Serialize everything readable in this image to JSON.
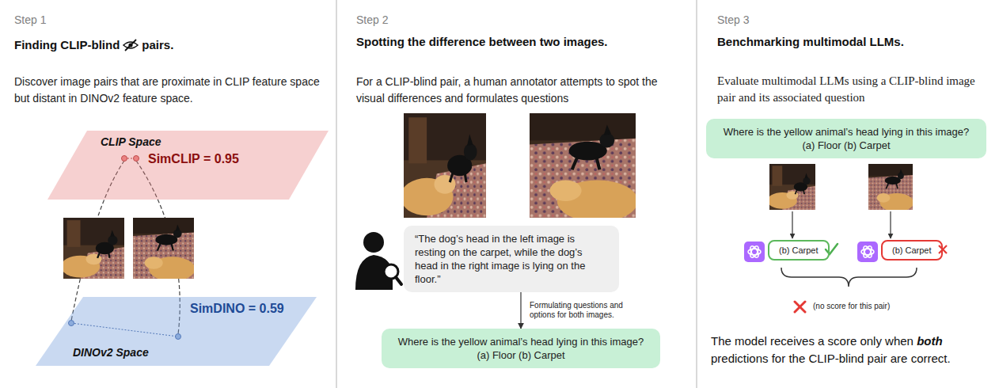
{
  "diagram": {
    "nodes": [
      {
        "text": [
          "CLIP Space",
          "SimCLIP = 0.95"
        ]
      },
      {
        "text": [
          "DINOv2 Space",
          "SimDINO = 0.59"
        ]
      },
      {
        "text": [
          "“The dog’s head in the left image is resting on the carpet, while the dog’s head in the right image is lying on the floor.”"
        ]
      },
      {
        "text": [
          "Where is the yellow animal’s head lying in this image?",
          "(a) Floor (b) Carpet"
        ]
      },
      {
        "text": [
          "Where is the yellow animal’s head lying in this image?",
          "(a) Floor (b) Carpet"
        ]
      },
      {
        "text": [
          "(b) Carpet"
        ]
      },
      {
        "text": [
          "(b) Carpet"
        ]
      }
    ],
    "edges": [
      {
        "from": 2,
        "to": 3,
        "arrow": "to",
        "label": "Formulating questions and options for both images."
      }
    ],
    "labels": [
      "Step 1",
      "Finding CLIP-blind",
      "pairs.",
      "Discover image pairs that are proximate in CLIP feature space but distant in DINOv2 feature space.",
      "Step 2",
      "Spotting the difference between two images.",
      "For a CLIP-blind pair, a human annotator attempts to spot the visual differences and formulates questions",
      "Step 3",
      "Benchmarking multimodal LLMs.",
      "Evaluate multimodal LLMs using a CLIP-blind image pair and its associated question",
      "(no score for this pair)",
      "The model receives a score only when",
      "both",
      "predictions for the CLIP-blind pair are correct."
    ]
  }
}
